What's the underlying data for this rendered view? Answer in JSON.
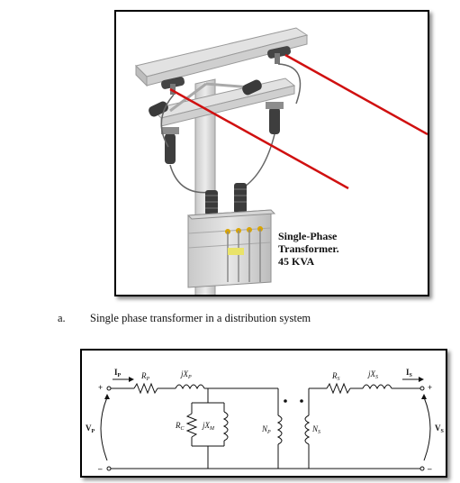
{
  "photo": {
    "label_line1": "Single-Phase",
    "label_line2": "Transformer.",
    "label_line3": "45 KVA",
    "line_color": "#d01010",
    "pole_color": "#dcdcdc"
  },
  "caption": {
    "number": "a.",
    "text": "Single phase transformer in a distribution system"
  },
  "circuit": {
    "ip": "I",
    "ip_sub": "P",
    "is": "I",
    "is_sub": "S",
    "rp": "R",
    "rp_sub": "P",
    "xp": "jX",
    "xp_sub": "P",
    "rc": "R",
    "rc_sub": "C",
    "xm": "jX",
    "xm_sub": "M",
    "np": "N",
    "np_sub": "P",
    "ns": "N",
    "ns_sub": "S",
    "rs": "R",
    "rs_sub": "S",
    "xs": "jX",
    "xs_sub": "S",
    "vp": "V",
    "vp_sub": "P",
    "vs": "V",
    "vs_sub": "S",
    "plus": "+",
    "minus": "–"
  }
}
